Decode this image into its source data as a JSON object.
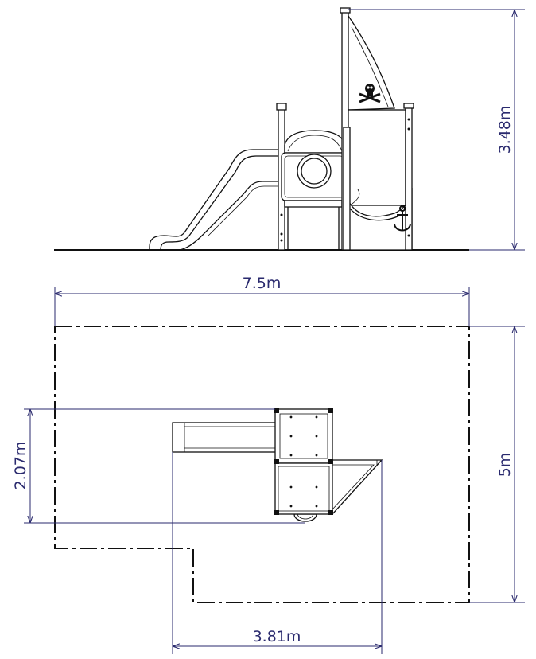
{
  "dimensions": {
    "height_label": "3.48m",
    "width_label": "7.5m",
    "depth_label": "5m",
    "structure_depth_label": "2.07m",
    "structure_width_label": "3.81m"
  },
  "colors": {
    "dimension_ink": "#2a2a6e",
    "drawing_ink": "#111111",
    "background": "#ffffff"
  },
  "icons": [
    "skull-crossbones-icon",
    "anchor-icon"
  ]
}
